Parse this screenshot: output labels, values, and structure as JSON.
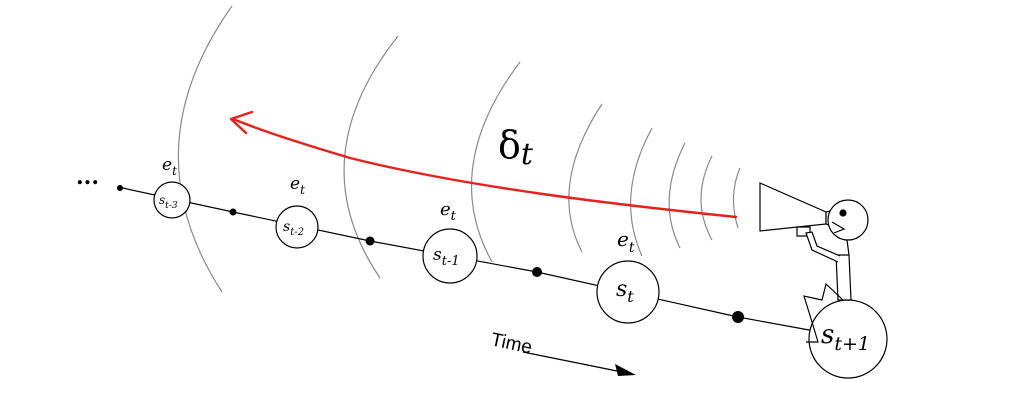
{
  "diagram": {
    "ellipsis": "...",
    "delta": {
      "symbol": "δ",
      "subscript": "t"
    },
    "trace_labels": [
      {
        "base": "e",
        "sub": "t"
      },
      {
        "base": "e",
        "sub": "t"
      },
      {
        "base": "e",
        "sub": "t"
      },
      {
        "base": "e",
        "sub": "t"
      }
    ],
    "states": [
      {
        "base": "s",
        "sub": "t-3"
      },
      {
        "base": "s",
        "sub": "t-2"
      },
      {
        "base": "s",
        "sub": "t-1"
      },
      {
        "base": "s",
        "sub": "t"
      },
      {
        "base": "s",
        "sub": "t+1"
      }
    ],
    "time_label": "Time",
    "colors": {
      "line": "#000000",
      "wave": "#8a8a8a",
      "arrow": "#e8201c",
      "background": "#ffffff"
    }
  }
}
